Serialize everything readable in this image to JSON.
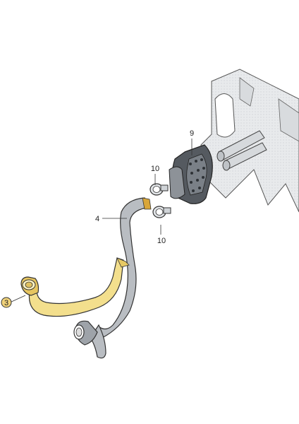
{
  "callouts": {
    "item_3": "3",
    "item_4": "4",
    "item_9": "9",
    "item_10_top": "10",
    "item_10_bottom": "10"
  },
  "colors": {
    "highlight": "#f3df8d",
    "highlight_callout": "#f0d27a",
    "part_gray": "#b9bdc2",
    "body_gray": "#e6e8ea",
    "outline": "#333333"
  }
}
